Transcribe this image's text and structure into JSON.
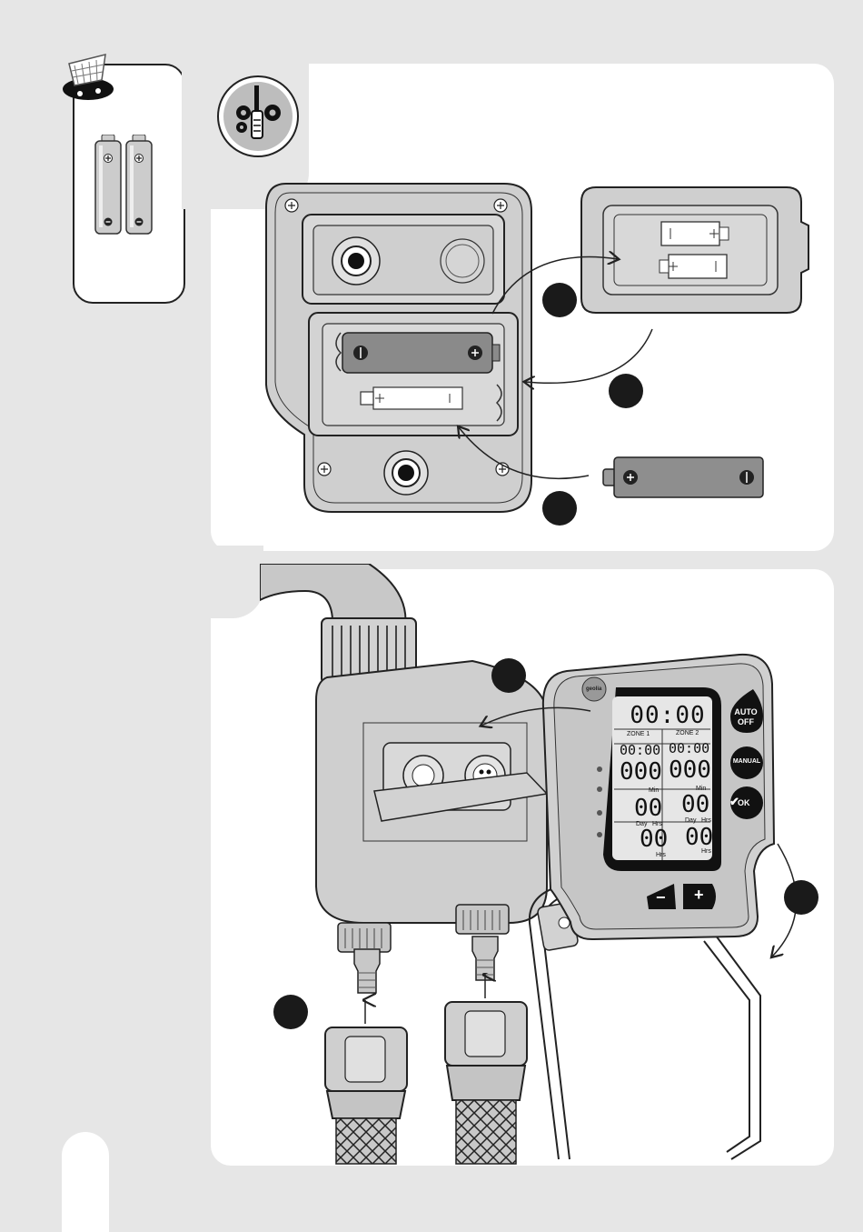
{
  "timer_display": {
    "clock": "00:00",
    "zone1_label": "ZONE 1",
    "zone2_label": "ZONE 2",
    "zone1_time": "00:00",
    "zone2_time": "00:00",
    "zone1_duration": "000",
    "zone2_duration": "000",
    "duration_unit": "Min",
    "zone1_day": "00",
    "zone2_day": "00",
    "day_label": "Day",
    "hrs_label": "Hrs",
    "zone1_hrs": "00",
    "zone2_hrs": "00"
  },
  "timer_buttons": {
    "auto_label": "AUTO",
    "off_label": "OFF",
    "manual_label": "MANUAL",
    "ok_label": "OK",
    "minus_label": "−",
    "plus_label": "+"
  },
  "brand": "geolia",
  "battery_symbols": {
    "plus": "+",
    "minus": "−"
  },
  "colors": {
    "background": "#e6e6e6",
    "panel": "#ffffff",
    "device_gray": "#c8c8c8",
    "step_dot": "#1a1a1a"
  }
}
